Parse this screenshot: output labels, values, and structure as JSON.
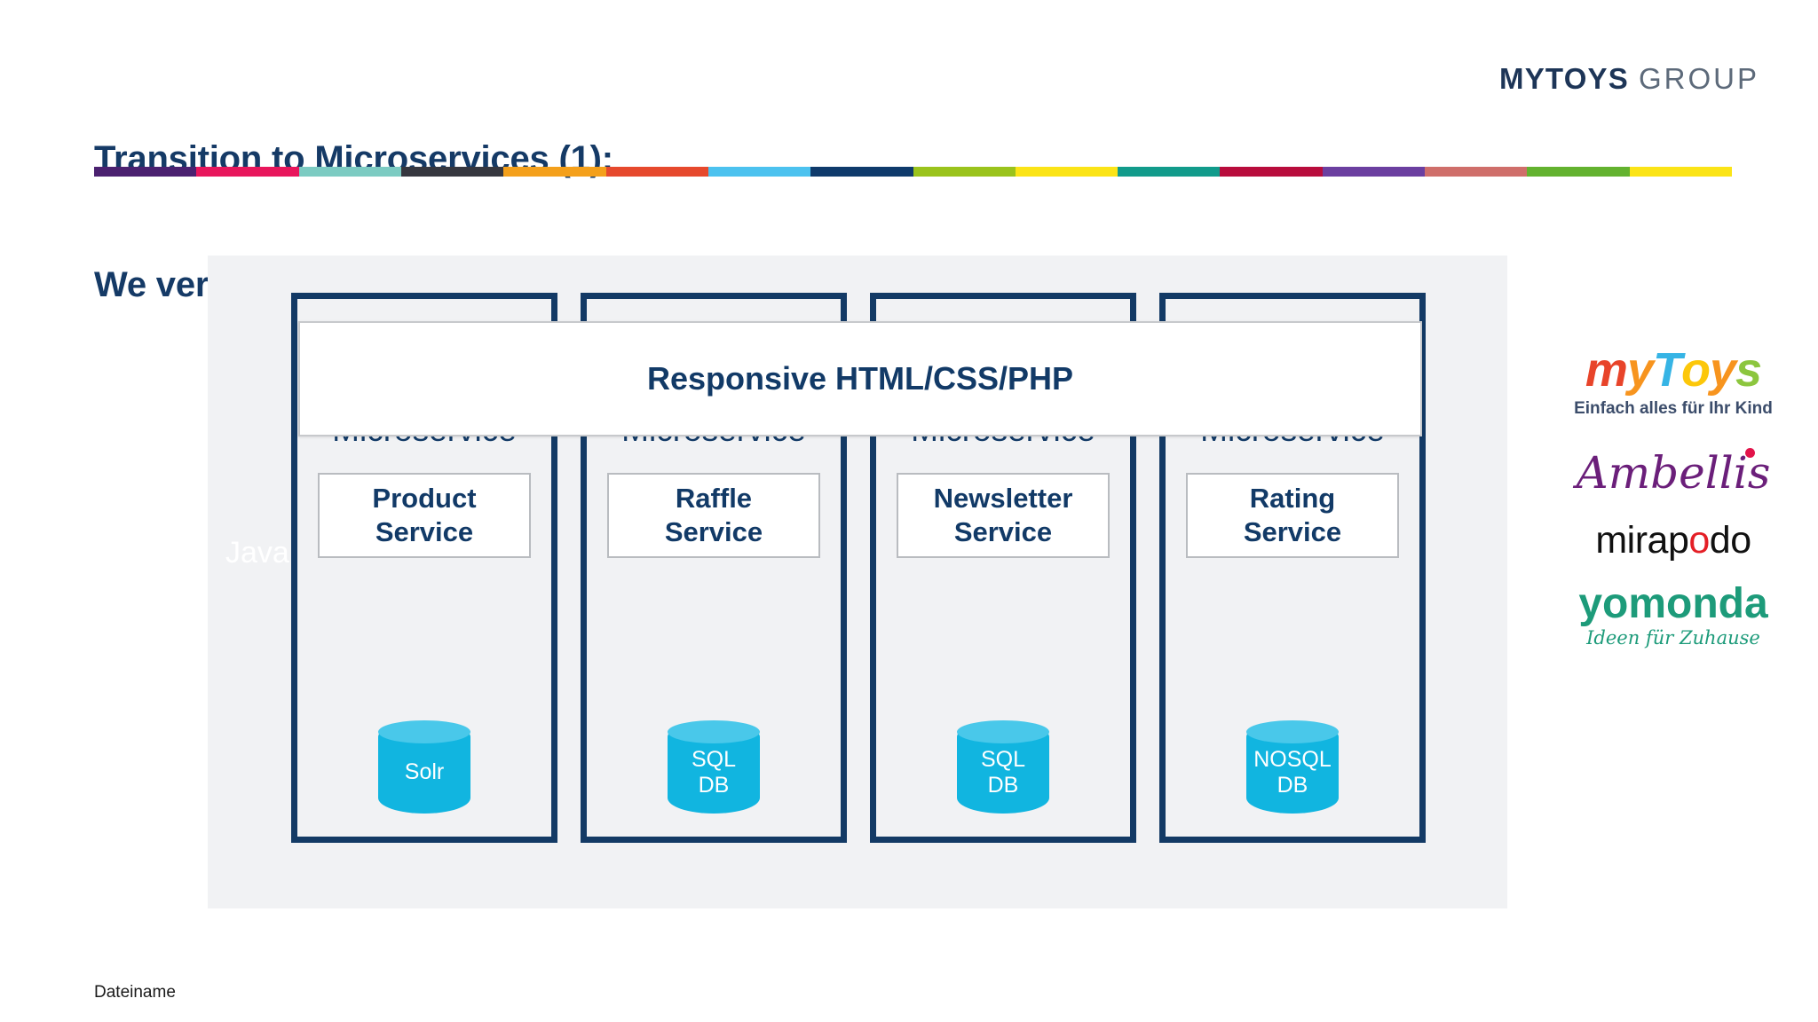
{
  "header": {
    "title_line1": "Transition to Microservices (1):",
    "title_line2": "We verticalise!",
    "brand_bold": "MYTOYS",
    "brand_light": "GROUP",
    "title_color": "#153a66"
  },
  "color_rule": {
    "segments": [
      "#4b2170",
      "#e8165c",
      "#7ccbc2",
      "#36373f",
      "#f4a01b",
      "#e6492d",
      "#4cc2ef",
      "#0f3a6b",
      "#9ac game",
      "#fbe417",
      "#119b8b",
      "#b80c3c",
      "#6b3fa0",
      "#cf6e6a",
      "#63b22f",
      "#fbe417"
    ],
    "colors": [
      "#4b2170",
      "#e8165c",
      "#7ccbc2",
      "#36373f",
      "#f4a01b",
      "#e6492d",
      "#4cc2ef",
      "#0f3a6b",
      "#9ac31c",
      "#fbe417",
      "#119b8b",
      "#b80c3c",
      "#6b3fa0",
      "#cf6e6a",
      "#63b22f",
      "#fbe417"
    ]
  },
  "diagram": {
    "presentation_layer": "Responsive HTML/CSS/PHP",
    "runtime_label": "Java",
    "panel_bg": "#f1f2f4",
    "border_color": "#133a65",
    "db_color": "#11b5e0",
    "db_top_color": "#49c8ea",
    "columns": [
      {
        "tier_label": "Microservice",
        "service_name": "Product\nService",
        "database": "Solr"
      },
      {
        "tier_label": "Microservice",
        "service_name": "Raffle\nService",
        "database": "SQL\nDB"
      },
      {
        "tier_label": "Microservice",
        "service_name": "Newsletter\nService",
        "database": "SQL\nDB"
      },
      {
        "tier_label": "Microservice",
        "service_name": "Rating\nService",
        "database": "NOSQL\nDB"
      }
    ]
  },
  "brand_logos": {
    "mytoys": {
      "letters": [
        {
          "ch": "m",
          "color": "#e8442a"
        },
        {
          "ch": "y",
          "color": "#f7941e"
        },
        {
          "ch": "T",
          "color": "#36b4e5"
        },
        {
          "ch": "o",
          "color": "#fcc70a"
        },
        {
          "ch": "y",
          "color": "#f7941e"
        },
        {
          "ch": "s",
          "color": "#8cc63e"
        }
      ],
      "tagline": "Einfach alles für Ihr Kind"
    },
    "ambellis": {
      "name": "Ambellis",
      "color": "#6b1f7a",
      "dot_color": "#e2134a"
    },
    "mirapodo": {
      "part1": "mirap",
      "accent_o": "o",
      "part2": "do",
      "color": "#111111",
      "accent_color": "#e41f26"
    },
    "yomonda": {
      "name": "yomonda",
      "tagline": "Ideen für Zuhause",
      "color": "#1d9b7a"
    }
  },
  "footer": {
    "filename": "Dateiname"
  }
}
